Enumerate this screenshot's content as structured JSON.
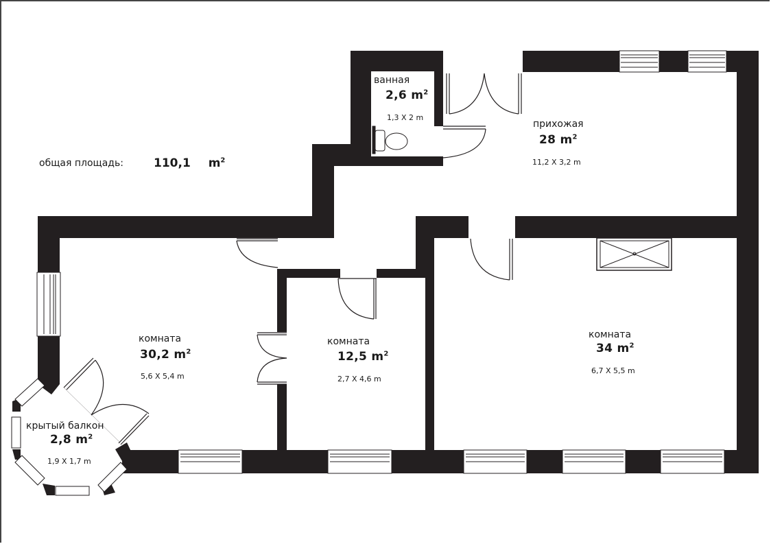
{
  "summary": {
    "total_label": "общая площадь:",
    "total_value": "110,1",
    "total_unit": "m",
    "total_unit_sup": "2"
  },
  "rooms": [
    {
      "id": "bathroom",
      "name": "ванная",
      "area": "2,6 m",
      "area_sup": "2",
      "dims": "1,3 X 2 m"
    },
    {
      "id": "hallway",
      "name": "прихожая",
      "area": "28 m",
      "area_sup": "2",
      "dims": "11,2 X 3,2 m"
    },
    {
      "id": "room-left",
      "name": "комната",
      "area": "30,2 m",
      "area_sup": "2",
      "dims": "5,6 X 5,4 m"
    },
    {
      "id": "room-middle",
      "name": "комната",
      "area": "12,5 m",
      "area_sup": "2",
      "dims": "2,7 X 4,6 m"
    },
    {
      "id": "room-right",
      "name": "комната",
      "area": "34 m",
      "area_sup": "2",
      "dims": "6,7 X 5,5 m"
    },
    {
      "id": "balcony",
      "name": "крытый балкон",
      "area": "2,8 m",
      "area_sup": "2",
      "dims": "1,9 X 1,7 m"
    }
  ],
  "colors": {
    "wall": "#231f20",
    "background": "#ffffff",
    "line": "#231f20",
    "text": "#1a1a1a"
  }
}
